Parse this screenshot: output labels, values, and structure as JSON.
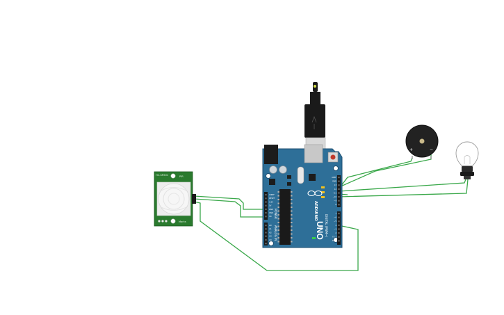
{
  "colors": {
    "background": "#ffffff",
    "board": "#2e6f98",
    "board_dark": "#1e4f72",
    "wire": "#3aa84a",
    "sensor_pcb": "#2a7a2e",
    "usb_black": "#1a1a1a",
    "usb_silver": "#d8d8d8",
    "buzzer": "#222222"
  },
  "components": {
    "arduino": {
      "brand": "ARDUINO",
      "model": "UNO",
      "power_header_label": "POWER",
      "analog_header_label": "ANALOG IN",
      "digital_header_label": "DIGITAL (PWM~)",
      "power_pins": [
        "IOREF",
        "RESET",
        "3.3V",
        "5V",
        "GND",
        "GND",
        "Vin"
      ],
      "analog_pins": [
        "A0",
        "A1",
        "A2",
        "A3",
        "A4",
        "A5"
      ],
      "digital_pins_upper": [
        "AREF",
        "GND",
        "13",
        "12",
        "~11",
        "~10",
        "~9",
        "8"
      ],
      "digital_pins_lower": [
        "7",
        "~6",
        "~5",
        "4",
        "~3",
        "2",
        "TX 1",
        "RX 0"
      ]
    },
    "pir_sensor": {
      "label_top_left": "HC-SR501",
      "label_top_right": "PIR",
      "label_bottom_right": "Marks"
    },
    "buzzer": {
      "pin_plus": "+",
      "pin_minus": "−"
    },
    "bulb": {}
  }
}
